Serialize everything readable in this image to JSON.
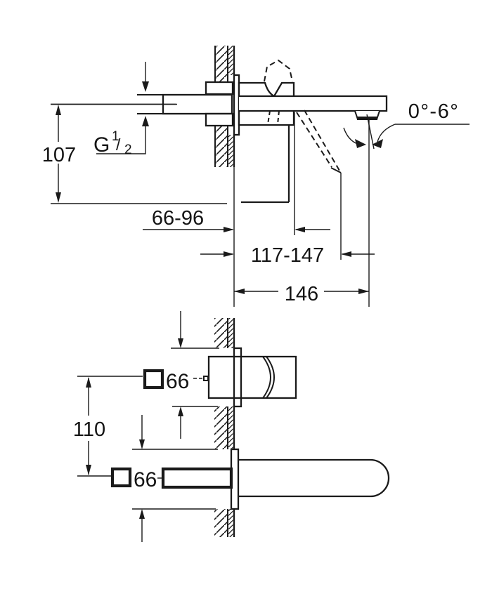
{
  "drawing": {
    "type": "faucet-installation-dimension-drawing",
    "colors": {
      "line": "#1a1a1a",
      "background": "#ffffff"
    },
    "labels": {
      "height_offset": "107",
      "thread": {
        "prefix": "G",
        "numerator": "1",
        "divider": "/",
        "denominator": "2"
      },
      "spout_angle": "0°-6°",
      "install_depth_range": "66-96",
      "projection_range": "117-147",
      "projection_total": "146",
      "center_distance": "110",
      "handle_plate_size": "66",
      "spout_plate_size": "66"
    }
  }
}
